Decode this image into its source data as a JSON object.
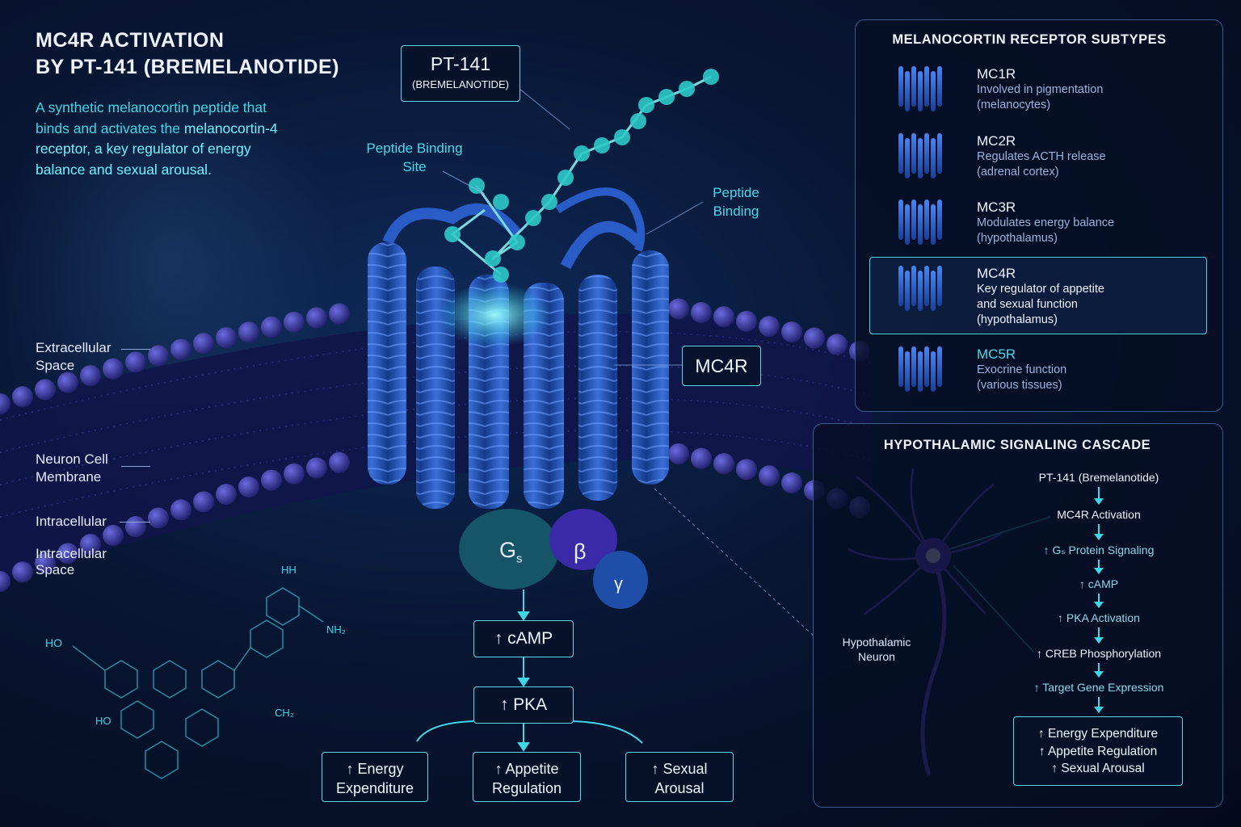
{
  "header": {
    "title_line1": "MC4R ACTIVATION",
    "title_line2": "BY PT-141 (BREMELANOTIDE)",
    "intro": "A synthetic melanocortin peptide that binds and activates the",
    "intro_em1": "melanocortin-4 receptor,",
    "intro_em2": "a key regulator of energy balance and sexual arousal."
  },
  "membrane_labels": {
    "extracellular_l1": "Extracellular",
    "extracellular_l2": "Space",
    "neuron_l1": "Neuron Cell",
    "neuron_l2": "Membrane",
    "intracellular": "Intracellular",
    "intracellular_space_l1": "Intracellular",
    "intracellular_space_l2": "Space"
  },
  "diagram": {
    "pt_box_l1": "PT-141",
    "pt_box_l2": "(BREMELANOTIDE)",
    "binding_site_l1": "Peptide Binding",
    "binding_site_l2": "Site",
    "peptide_binding_l1": "Peptide",
    "peptide_binding_l2": "Binding",
    "receptor_label": "MC4R",
    "g_alpha": "G",
    "g_alpha_sub": "s",
    "g_beta": "β",
    "g_gamma": "γ",
    "camp": "↑ cAMP",
    "pka": "↑ PKA",
    "out1_l1": "↑ Energy",
    "out1_l2": "Expenditure",
    "out2_l1": "↑ Appetite",
    "out2_l2": "Regulation",
    "out3_l1": "↑ Sexual",
    "out3_l2": "Arousal",
    "chem_ho": "HO",
    "chem_hh": "HH",
    "chem_nh2": "NH₂",
    "chem_ho2": "HO",
    "chem_ch2": "CH₂"
  },
  "subtypes": {
    "title": "MELANOCORTIN RECEPTOR SUBTYPES",
    "items": [
      {
        "name": "MC1R",
        "desc1": "Involved in pigmentation",
        "desc2": "(melanocytes)"
      },
      {
        "name": "MC2R",
        "desc1": "Regulates ACTH release",
        "desc2": "(adrenal cortex)"
      },
      {
        "name": "MC3R",
        "desc1": "Modulates energy balance",
        "desc2": "(hypothalamus)"
      },
      {
        "name": "MC4R",
        "desc1": "Key regulator of appetite",
        "desc2": "and sexual function",
        "desc3": "(hypothalamus)"
      },
      {
        "name": "MC5R",
        "desc1": "Exocrine function",
        "desc2": "(various tissues)"
      }
    ]
  },
  "cascade": {
    "title": "HYPOTHALAMIC SIGNALING CASCADE",
    "neuron_l1": "Hypothalamic",
    "neuron_l2": "Neuron",
    "steps": [
      "PT-141 (Bremelanotide)",
      "MC4R Activation",
      "↑ Gₛ Protein Signaling",
      "↑ cAMP",
      "↑ PKA Activation",
      "↑ CREB Phosphorylation",
      "↑ Target Gene Expression"
    ],
    "final": [
      "↑ Energy Expenditure",
      "↑ Appetite Regulation",
      "↑ Sexual Arousal"
    ]
  },
  "colors": {
    "accent": "#3fd6e6",
    "receptor": "#1f4fb0",
    "membrane": "#3a3aa0"
  }
}
